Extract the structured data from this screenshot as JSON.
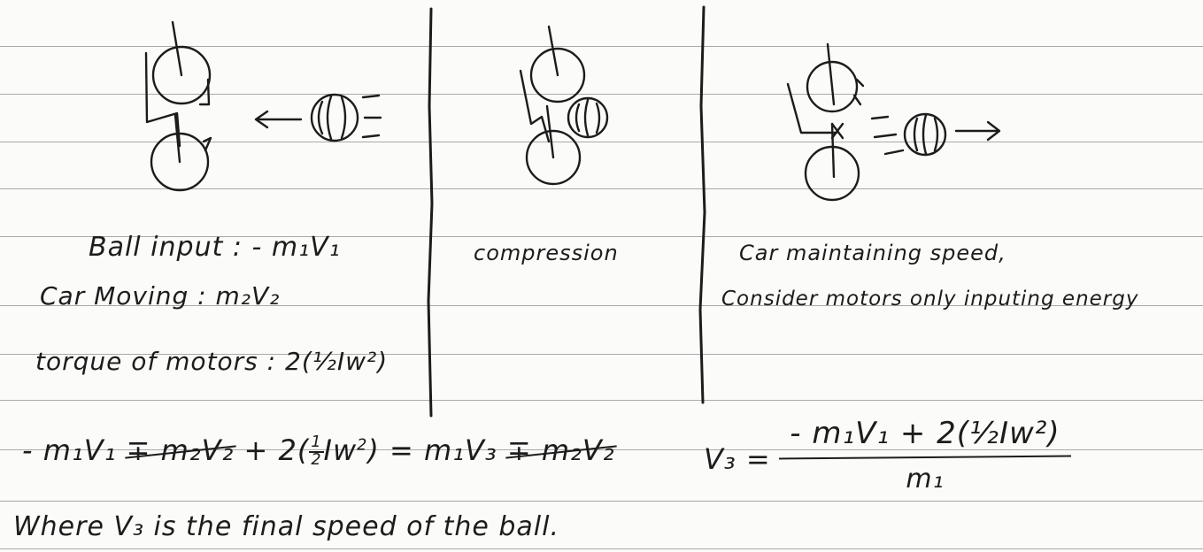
{
  "panels": [
    {
      "lines": [
        {
          "label": "Ball input",
          "value": "- m₁V₁"
        },
        {
          "label": "Car Moving",
          "value": "m₂V₂"
        },
        {
          "label": "torque of motors",
          "value": "2(½Iw²)"
        }
      ]
    },
    {
      "lines": [
        {
          "label": "compression"
        }
      ]
    },
    {
      "lines": [
        {
          "label": "Car maintaining speed,"
        },
        {
          "label": "Consider motors only inputing energy"
        }
      ]
    }
  ],
  "equations": {
    "eq1_left": "- m₁V₁",
    "eq1_struck1": "∓ m₂V₂",
    "eq1_mid": "+ 2",
    "eq1_equals": "= m₁V₃",
    "eq1_struck2": "∓ m₂V₂",
    "eq2_lhs": "V₃ =",
    "eq2_num": "- m₁V₁ + 2(½Iw²)",
    "eq2_den": "m₁"
  },
  "footer": {
    "note": "Where V₃ is the final speed of the ball."
  },
  "colors": {
    "paper": "#fbfbf9",
    "rule": "#a9a9a9",
    "ink": "#1c1c1c"
  }
}
